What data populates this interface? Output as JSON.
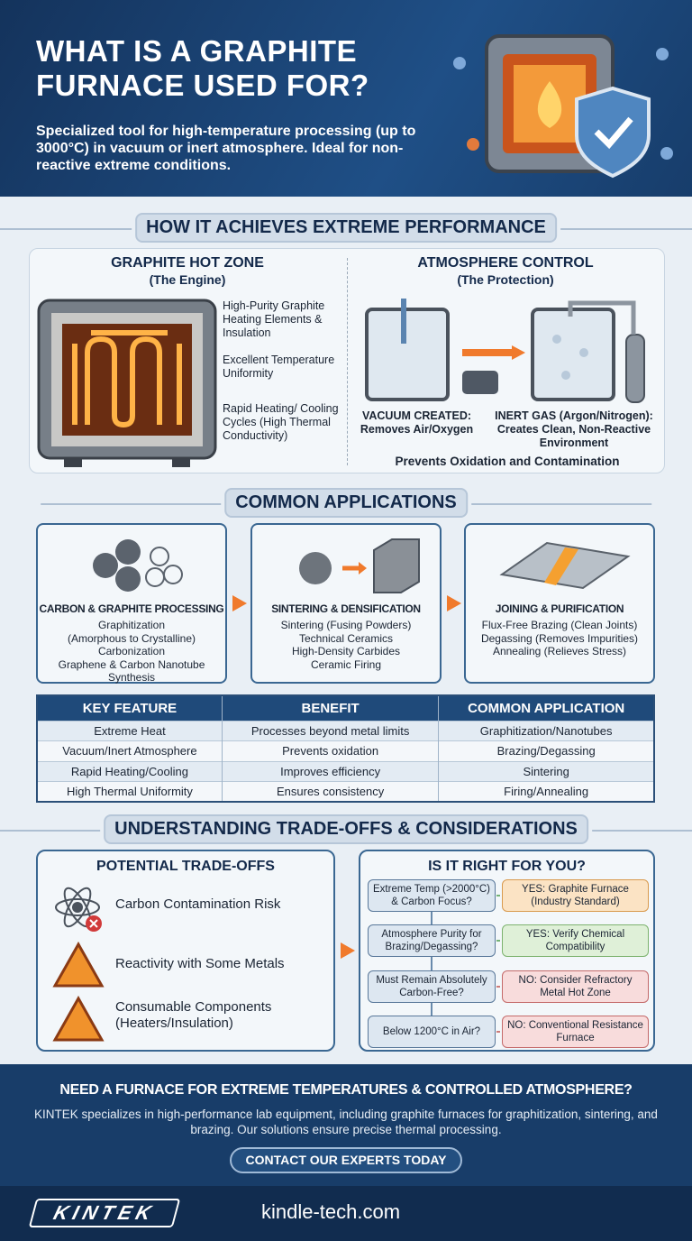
{
  "header": {
    "title": "WHAT IS A GRAPHITE FURNACE USED FOR?",
    "subtitle": "Specialized tool for high-temperature processing (up to 3000°C) in vacuum or inert atmosphere. Ideal for non-reactive extreme conditions."
  },
  "performance": {
    "heading": "HOW IT ACHIEVES EXTREME PERFORMANCE",
    "hot_zone": {
      "title": "GRAPHITE HOT ZONE",
      "subtitle": "(The Engine)",
      "callouts": [
        "High-Purity Graphite Heating Elements & Insulation",
        "Excellent Temperature Uniformity",
        "Rapid Heating/ Cooling Cycles (High Thermal Conductivity)"
      ]
    },
    "atmosphere": {
      "title": "ATMOSPHERE CONTROL",
      "subtitle": "(The Protection)",
      "vacuum_title": "VACUUM CREATED:",
      "vacuum_text": "Removes Air/Oxygen",
      "inert_title": "INERT GAS (Argon/Nitrogen):",
      "inert_text": "Creates Clean, Non-Reactive Environment",
      "summary": "Prevents Oxidation and Contamination"
    }
  },
  "applications": {
    "heading": "COMMON APPLICATIONS",
    "cards": [
      {
        "title": "CARBON & GRAPHITE PROCESSING",
        "items": [
          "Graphitization",
          "(Amorphous to Crystalline)",
          "Carbonization",
          "Graphene & Carbon Nanotube",
          "Synthesis"
        ]
      },
      {
        "title": "SINTERING & DENSIFICATION",
        "items": [
          "Sintering (Fusing Powders)",
          "Technical Ceramics",
          "High-Density Carbides",
          "Ceramic Firing"
        ]
      },
      {
        "title": "JOINING & PURIFICATION",
        "items": [
          "Flux-Free Brazing (Clean Joints)",
          "Degassing (Removes Impurities)",
          "Annealing (Relieves Stress)"
        ]
      }
    ]
  },
  "table": {
    "headers": [
      "KEY FEATURE",
      "BENEFIT",
      "COMMON APPLICATION"
    ],
    "rows": [
      [
        "Extreme Heat",
        "Processes beyond metal limits",
        "Graphitization/Nanotubes"
      ],
      [
        "Vacuum/Inert Atmosphere",
        "Prevents oxidation",
        "Brazing/Degassing"
      ],
      [
        "Rapid Heating/Cooling",
        "Improves efficiency",
        "Sintering"
      ],
      [
        "High Thermal Uniformity",
        "Ensures consistency",
        "Firing/Annealing"
      ]
    ]
  },
  "tradeoffs": {
    "heading": "UNDERSTANDING TRADE-OFFS & CONSIDERATIONS",
    "left_title": "POTENTIAL TRADE-OFFS",
    "items": [
      "Carbon Contamination Risk",
      "Reactivity with Some Metals",
      "Consumable Components (Heaters/Insulation)"
    ],
    "right_title": "IS IT RIGHT FOR YOU?",
    "questions": [
      "Extreme Temp (>2000°C) & Carbon Focus?",
      "Atmosphere Purity for Brazing/Degassing?",
      "Must Remain Absolutely Carbon-Free?",
      "Below 1200°C in Air?"
    ],
    "answers": [
      "YES: Graphite Furnace (Industry Standard)",
      "YES: Verify Chemical Compatibility",
      "NO: Consider Refractory Metal Hot Zone",
      "NO: Conventional Resistance Furnace"
    ]
  },
  "footer": {
    "heading": "NEED A FURNACE FOR EXTREME TEMPERATURES & CONTROLLED ATMOSPHERE?",
    "text": "KINTEK specializes in high-performance lab equipment, including graphite furnaces for graphitization, sintering, and brazing. Our solutions ensure precise thermal processing.",
    "cta": "CONTACT OUR EXPERTS TODAY",
    "logo": "KINTEK",
    "website": "kindle-tech.com"
  },
  "colors": {
    "navy": "#183d69",
    "accent": "#f07a2c",
    "yes": "#4a9a4a",
    "no": "#c0504d"
  }
}
